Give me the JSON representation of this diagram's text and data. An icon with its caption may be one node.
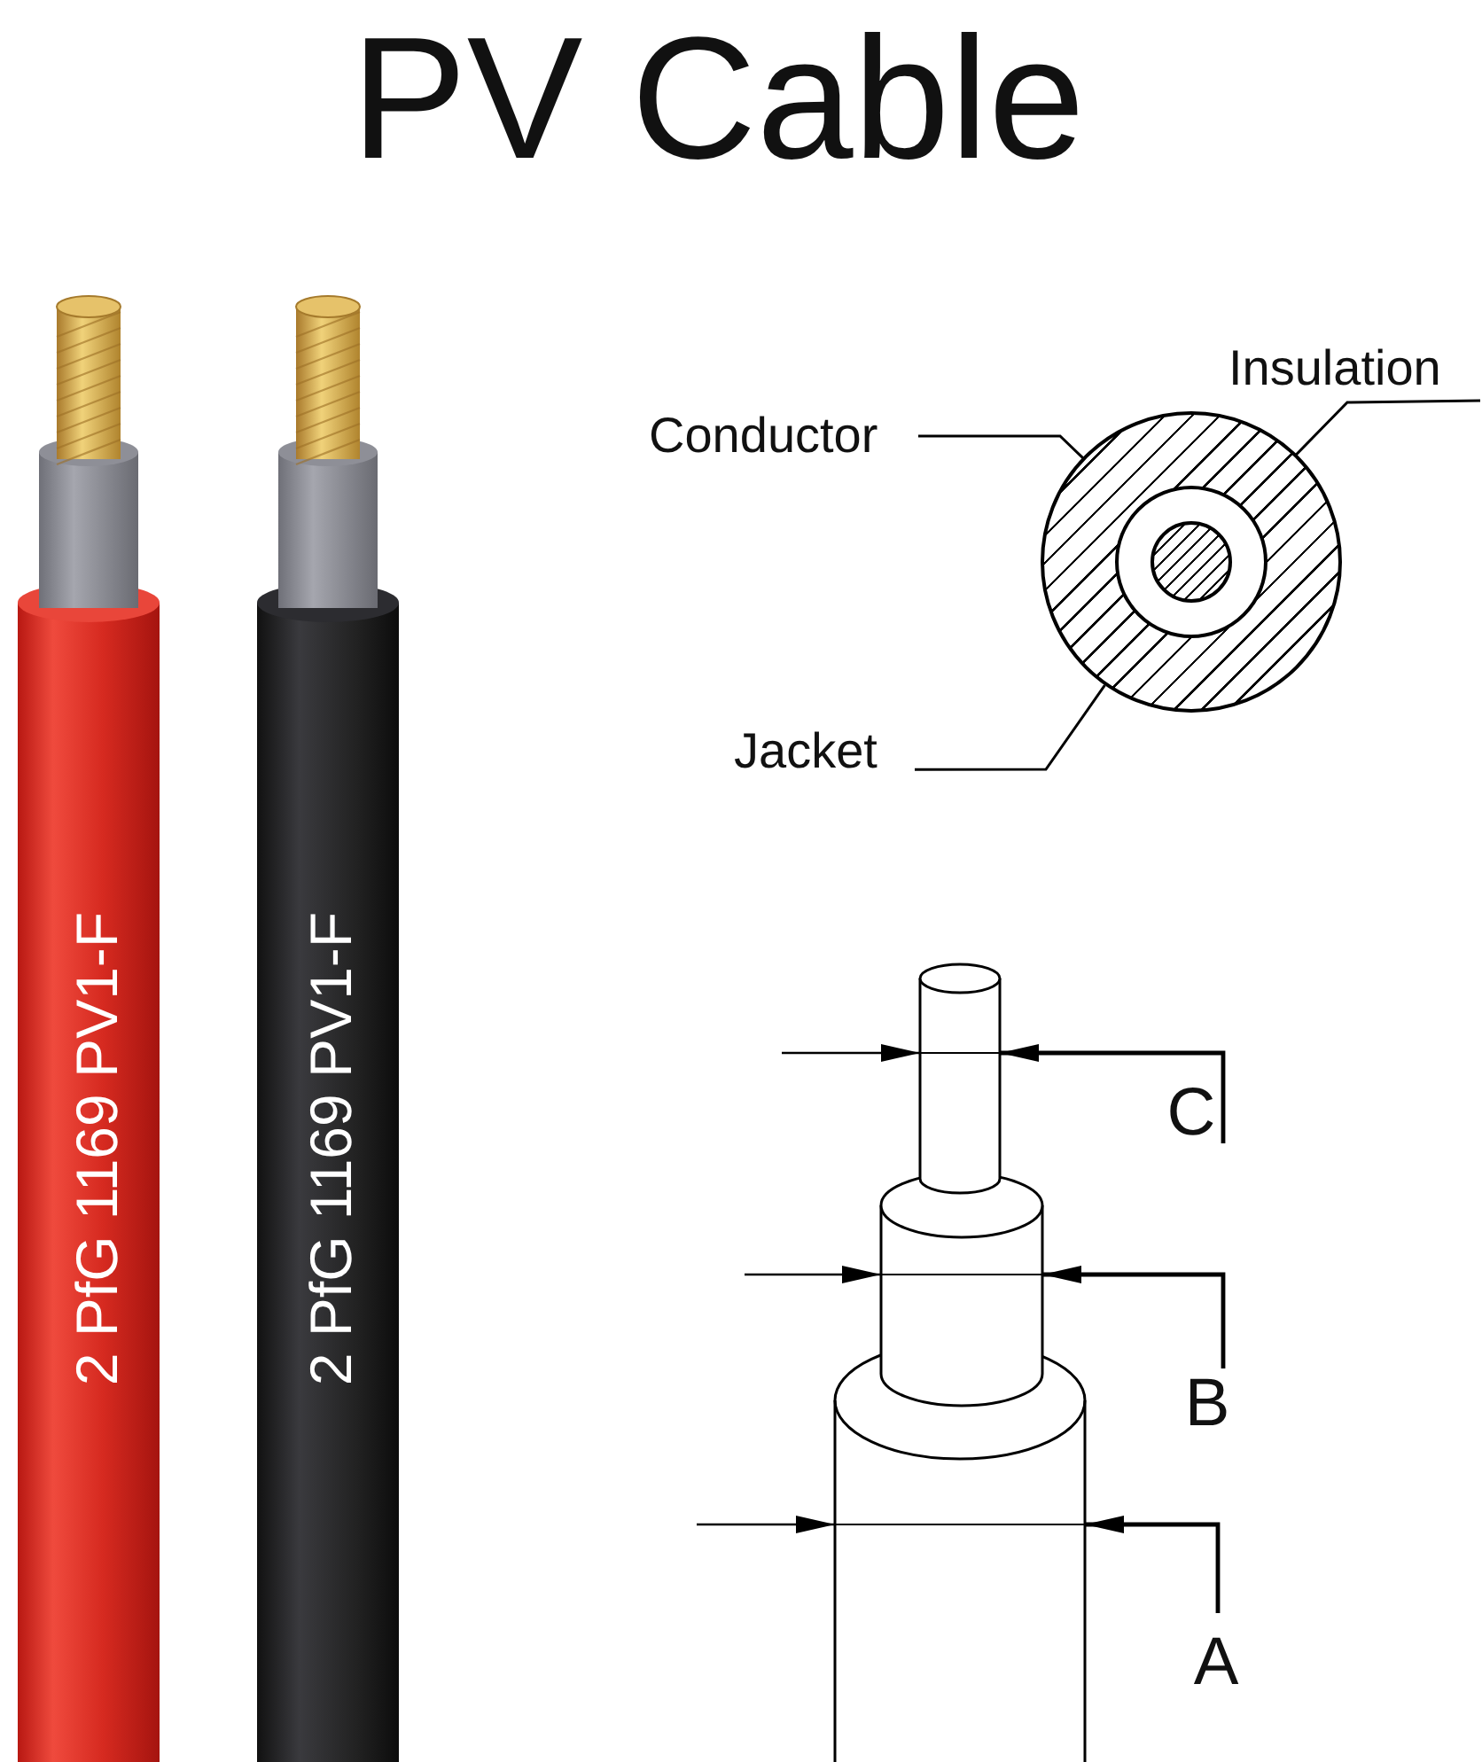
{
  "diagram": {
    "title": "PV Cable",
    "nodes": [
      {
        "text": [
          "Insulation"
        ]
      },
      {
        "text": [
          "Conductor"
        ]
      },
      {
        "text": [],
        "shape": "circle"
      },
      {
        "text": [],
        "shape": "circle",
        "in": 2
      },
      {
        "text": [],
        "shape": "circle",
        "in": 3
      },
      {
        "text": [
          "Jacket"
        ]
      }
    ],
    "edges": [
      {
        "from": 1,
        "to": 4,
        "arrow": "none"
      },
      {
        "from": 0,
        "to": 3,
        "arrow": "none"
      },
      {
        "from": 5,
        "to": 2,
        "arrow": "none"
      }
    ],
    "labels": [
      "2 PfG 1169 PV1-F",
      "2 PfG 1169 PV1-F",
      "C",
      "B",
      "A"
    ]
  }
}
